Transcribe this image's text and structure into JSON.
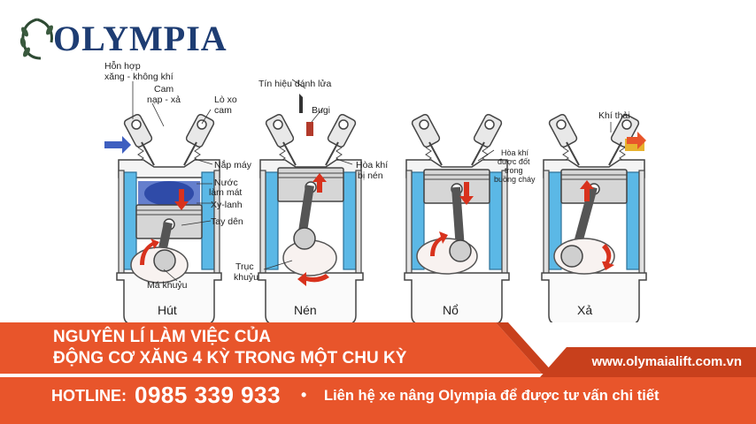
{
  "brand": {
    "logo_text": "OLYMPIA"
  },
  "labels": {
    "mix": "Hỗn hợp",
    "mix2": "xăng - không khí",
    "cam": "Cam",
    "cam2": "nạp - xả",
    "spring": "Lò xo",
    "spring2": "cam",
    "head": "Nắp máy",
    "water": "Nước",
    "water2": "làm mát",
    "cyl": "Xy-lanh",
    "rod": "Tay dên",
    "crank": "Má khuỷu",
    "ign": "Tín hiệu đánh lửa",
    "plug": "Bugi",
    "comp": "Hòa khí",
    "comp2": "bị nén",
    "shaft": "Trục",
    "shaft2": "khuỷu",
    "burn": "Hòa khí",
    "burn2": "được đốt",
    "burn3": "trong",
    "burn4": "buồng cháy",
    "exh": "Khí thải"
  },
  "stages": [
    "Hút",
    "Nén",
    "Nổ",
    "Xả"
  ],
  "title": {
    "line1": "NGUYÊN LÍ LÀM VIỆC CỦA",
    "line2": "ĐỘNG CƠ XĂNG 4 KỲ TRONG MỘT CHU KỲ"
  },
  "website": "www.olymaialift.com.vn",
  "hotline": {
    "label": "HOTLINE:",
    "phone": "0985 339 933",
    "separator": "•",
    "contact": "Liên hệ xe nâng Olympia để được tư vấn chi tiết"
  },
  "colors": {
    "orange": "#e8552b",
    "dark_orange": "#c8401c",
    "navy": "#1e3d73",
    "coolant": "#5bb8e6",
    "intake": "#3e5fc0",
    "fire": "#e8b22e",
    "arrow": "#d8321d"
  }
}
